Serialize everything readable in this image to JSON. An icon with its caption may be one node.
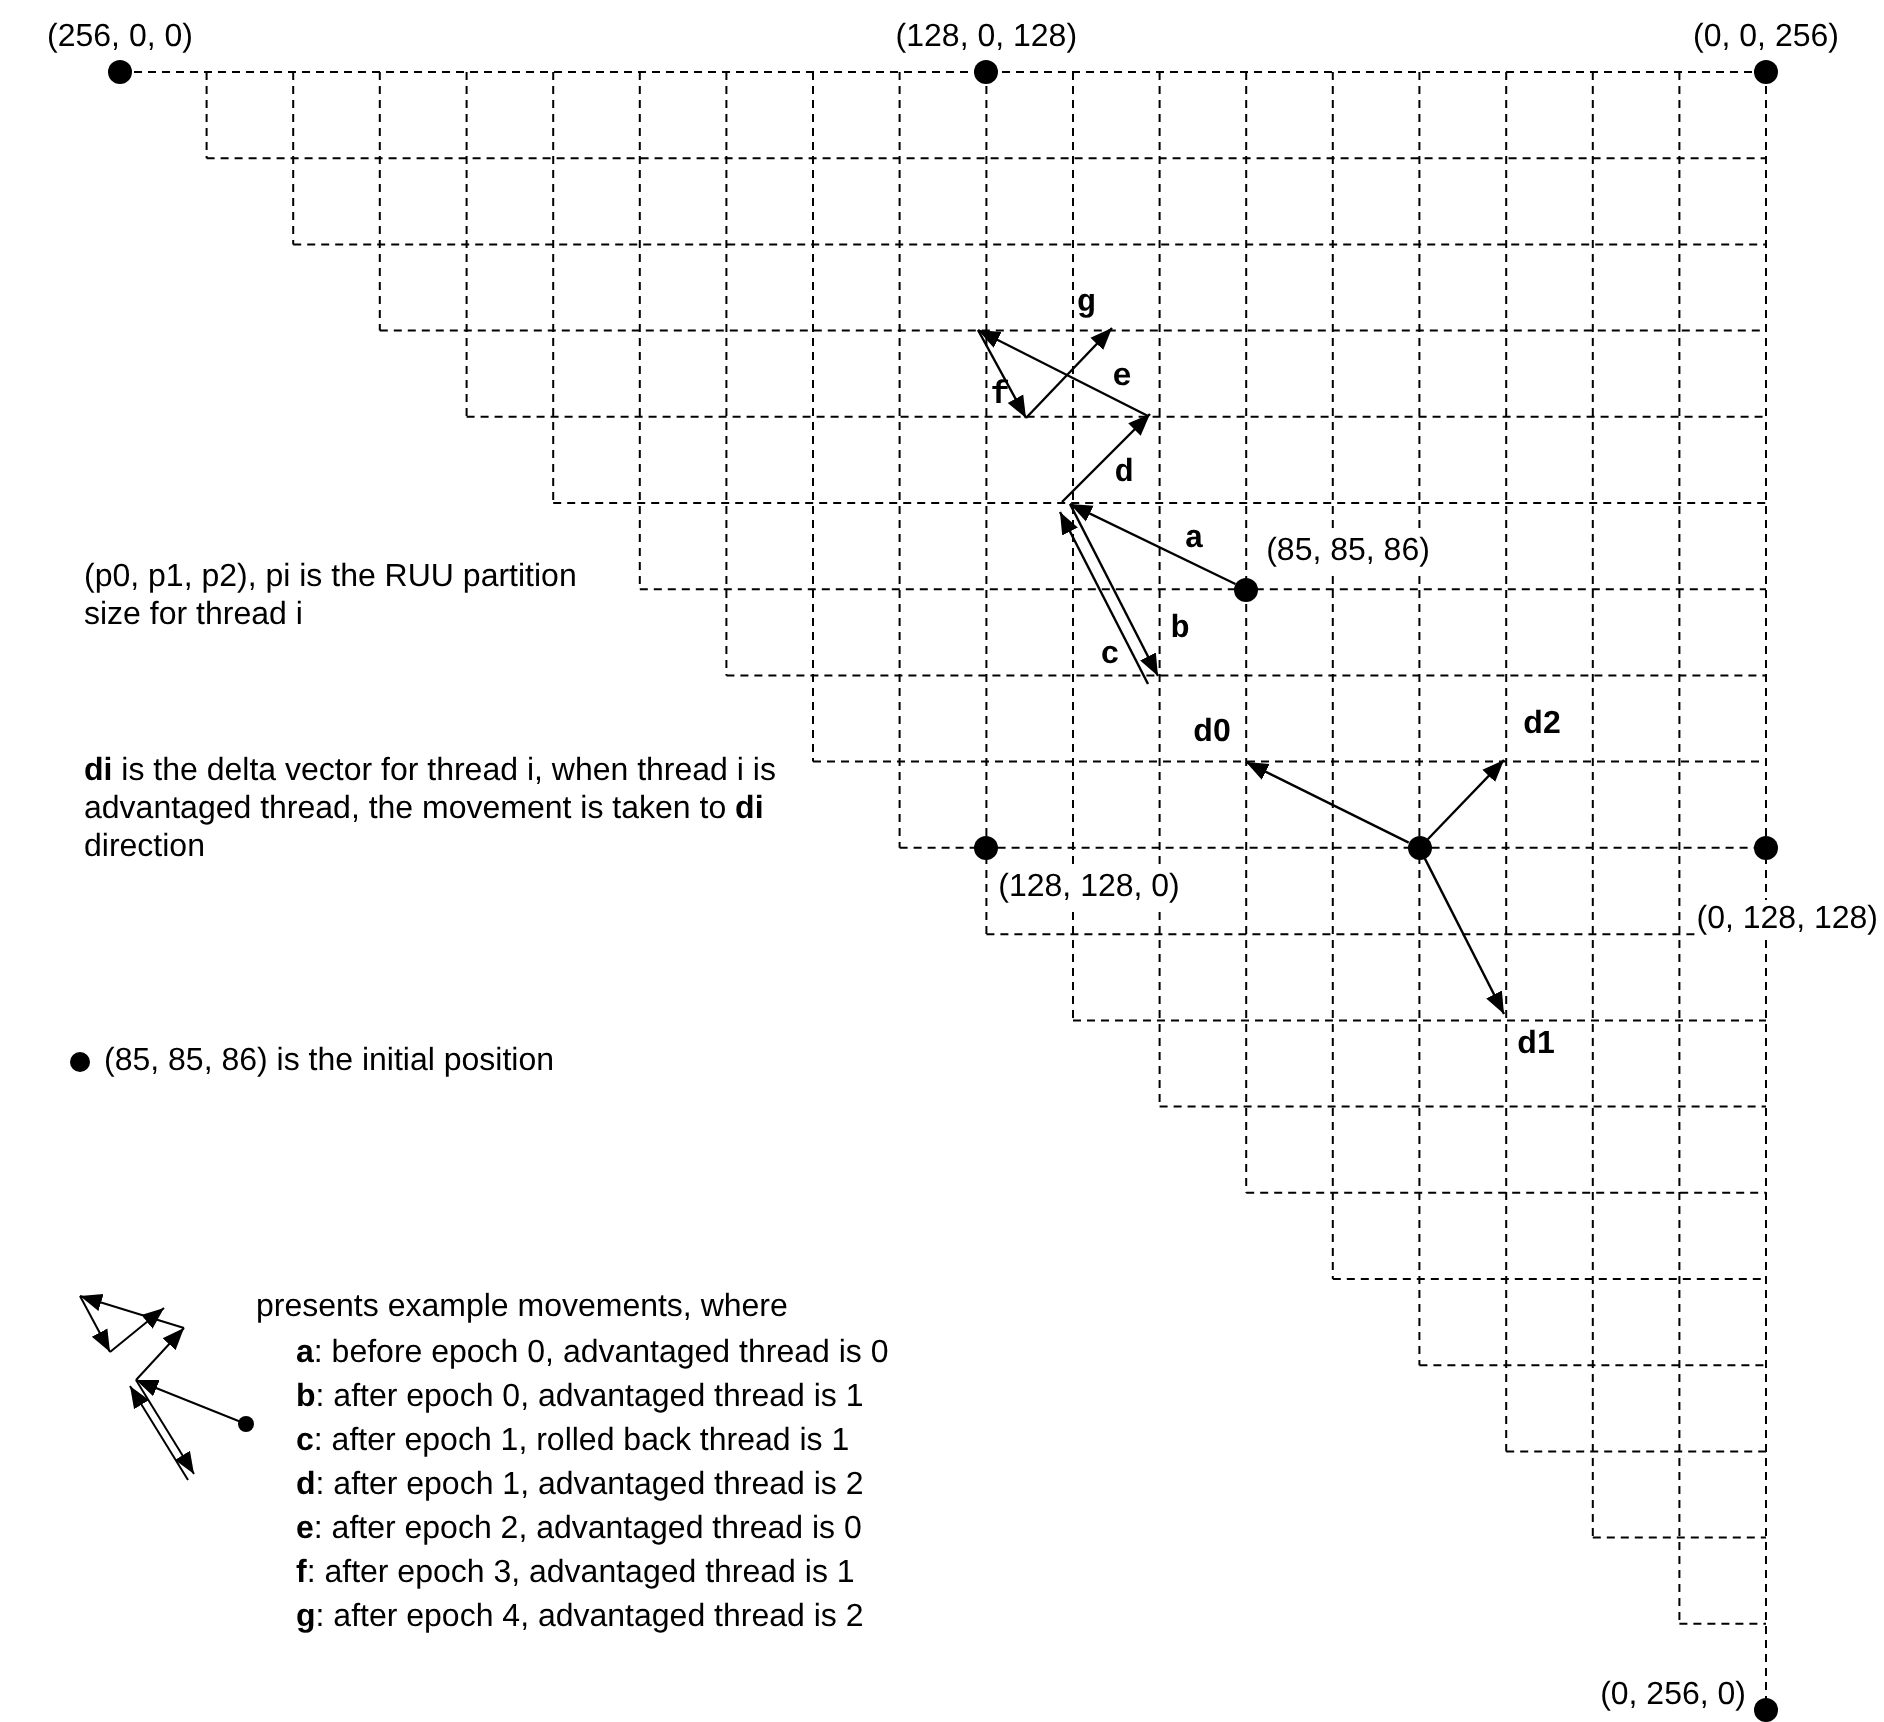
{
  "diagram": {
    "nodes": [
      {
        "text": [],
        "shape": "circle",
        "beside": [
          "(256, 0, 0)"
        ]
      },
      {
        "text": [],
        "shape": "circle",
        "beside": [
          "(128, 0, 128)"
        ]
      },
      {
        "text": [],
        "shape": "circle",
        "beside": [
          "(0, 0, 256)"
        ]
      },
      {
        "text": [],
        "shape": "circle",
        "beside": [
          "(85, 85, 86)"
        ]
      },
      {
        "text": [],
        "shape": "circle",
        "beside": [
          "(128, 128, 0)"
        ]
      },
      {
        "text": [],
        "shape": "circle"
      },
      {
        "text": [],
        "shape": "circle",
        "beside": [
          "(0, 128, 128)"
        ]
      },
      {
        "text": [],
        "shape": "circle",
        "beside": [
          "(0, 256, 0)"
        ]
      }
    ],
    "edges": [
      {
        "from": 3,
        "to": null,
        "arrow": "to",
        "label": "a"
      },
      {
        "from": 5,
        "to": null,
        "arrow": "to",
        "label": "d0"
      },
      {
        "from": 5,
        "to": null,
        "arrow": "to",
        "label": "d2"
      },
      {
        "from": 5,
        "to": null,
        "arrow": "to",
        "label": "d1"
      }
    ],
    "labels": [
      "g",
      "e",
      "f",
      "d",
      "b",
      "c",
      "(p0, p1, p2), pi is the RUU partition size for thread i",
      "**di** is the delta vector for thread i, when thread i is advantaged thread, the movement is taken to **di** direction",
      "**a**: before epoch 0, advantaged thread is 0",
      "**b**: after epoch 0, advantaged thread is 1",
      "**c**: after epoch 1, rolled back thread is 1",
      "**d**: after epoch 1, advantaged thread is 2",
      "**e**: after epoch 2, advantaged thread is 0",
      "**f**: after epoch 3, advantaged thread is 1",
      "**g**: after epoch 4, advantaged thread is 2"
    ],
    "legend": [
      {
        "text": "(85, 85, 86) is the initial position"
      },
      {
        "text": "presents example movements, where"
      }
    ]
  }
}
